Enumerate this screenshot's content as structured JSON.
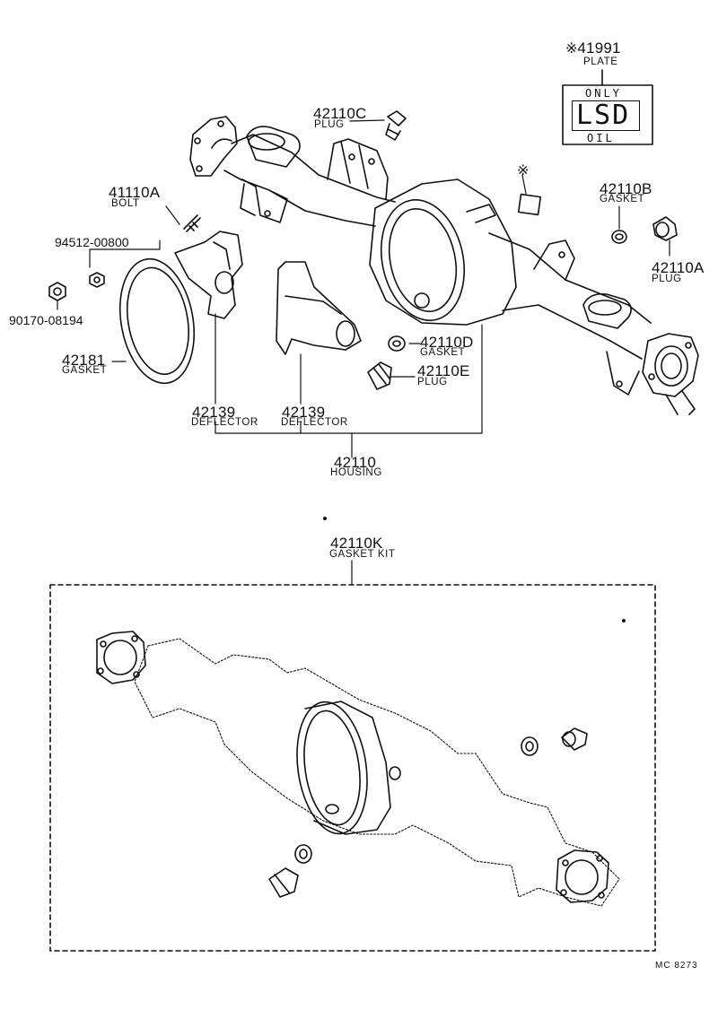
{
  "parts": {
    "plate": {
      "mark": "※",
      "number": "41991",
      "name": "PLATE"
    },
    "plate_text": {
      "top": "ONLY",
      "main": "LSD",
      "bottom": "OIL"
    },
    "star_mark": "※",
    "plug_c": {
      "number": "42110C",
      "name": "PLUG"
    },
    "gasket_b": {
      "number": "42110B",
      "name": "GASKET"
    },
    "plug_a": {
      "number": "42110A",
      "name": "PLUG"
    },
    "bolt": {
      "number": "41110A",
      "name": "BOLT"
    },
    "nut_94512": {
      "number": "94512-00800"
    },
    "nut_90170": {
      "number": "90170-08194"
    },
    "gasket_42181": {
      "number": "42181",
      "name": "GASKET"
    },
    "deflector_left": {
      "number": "42139",
      "name": "DEFLECTOR"
    },
    "deflector_right": {
      "number": "42139",
      "name": "DEFLECTOR"
    },
    "gasket_d": {
      "number": "42110D",
      "name": "GASKET"
    },
    "plug_e": {
      "number": "42110E",
      "name": "PLUG"
    },
    "housing": {
      "number": "42110",
      "name": "HOUSING"
    },
    "gasket_kit": {
      "number": "42110K",
      "name": "GASKET KIT"
    }
  },
  "footer": {
    "code": "MC 8273"
  }
}
